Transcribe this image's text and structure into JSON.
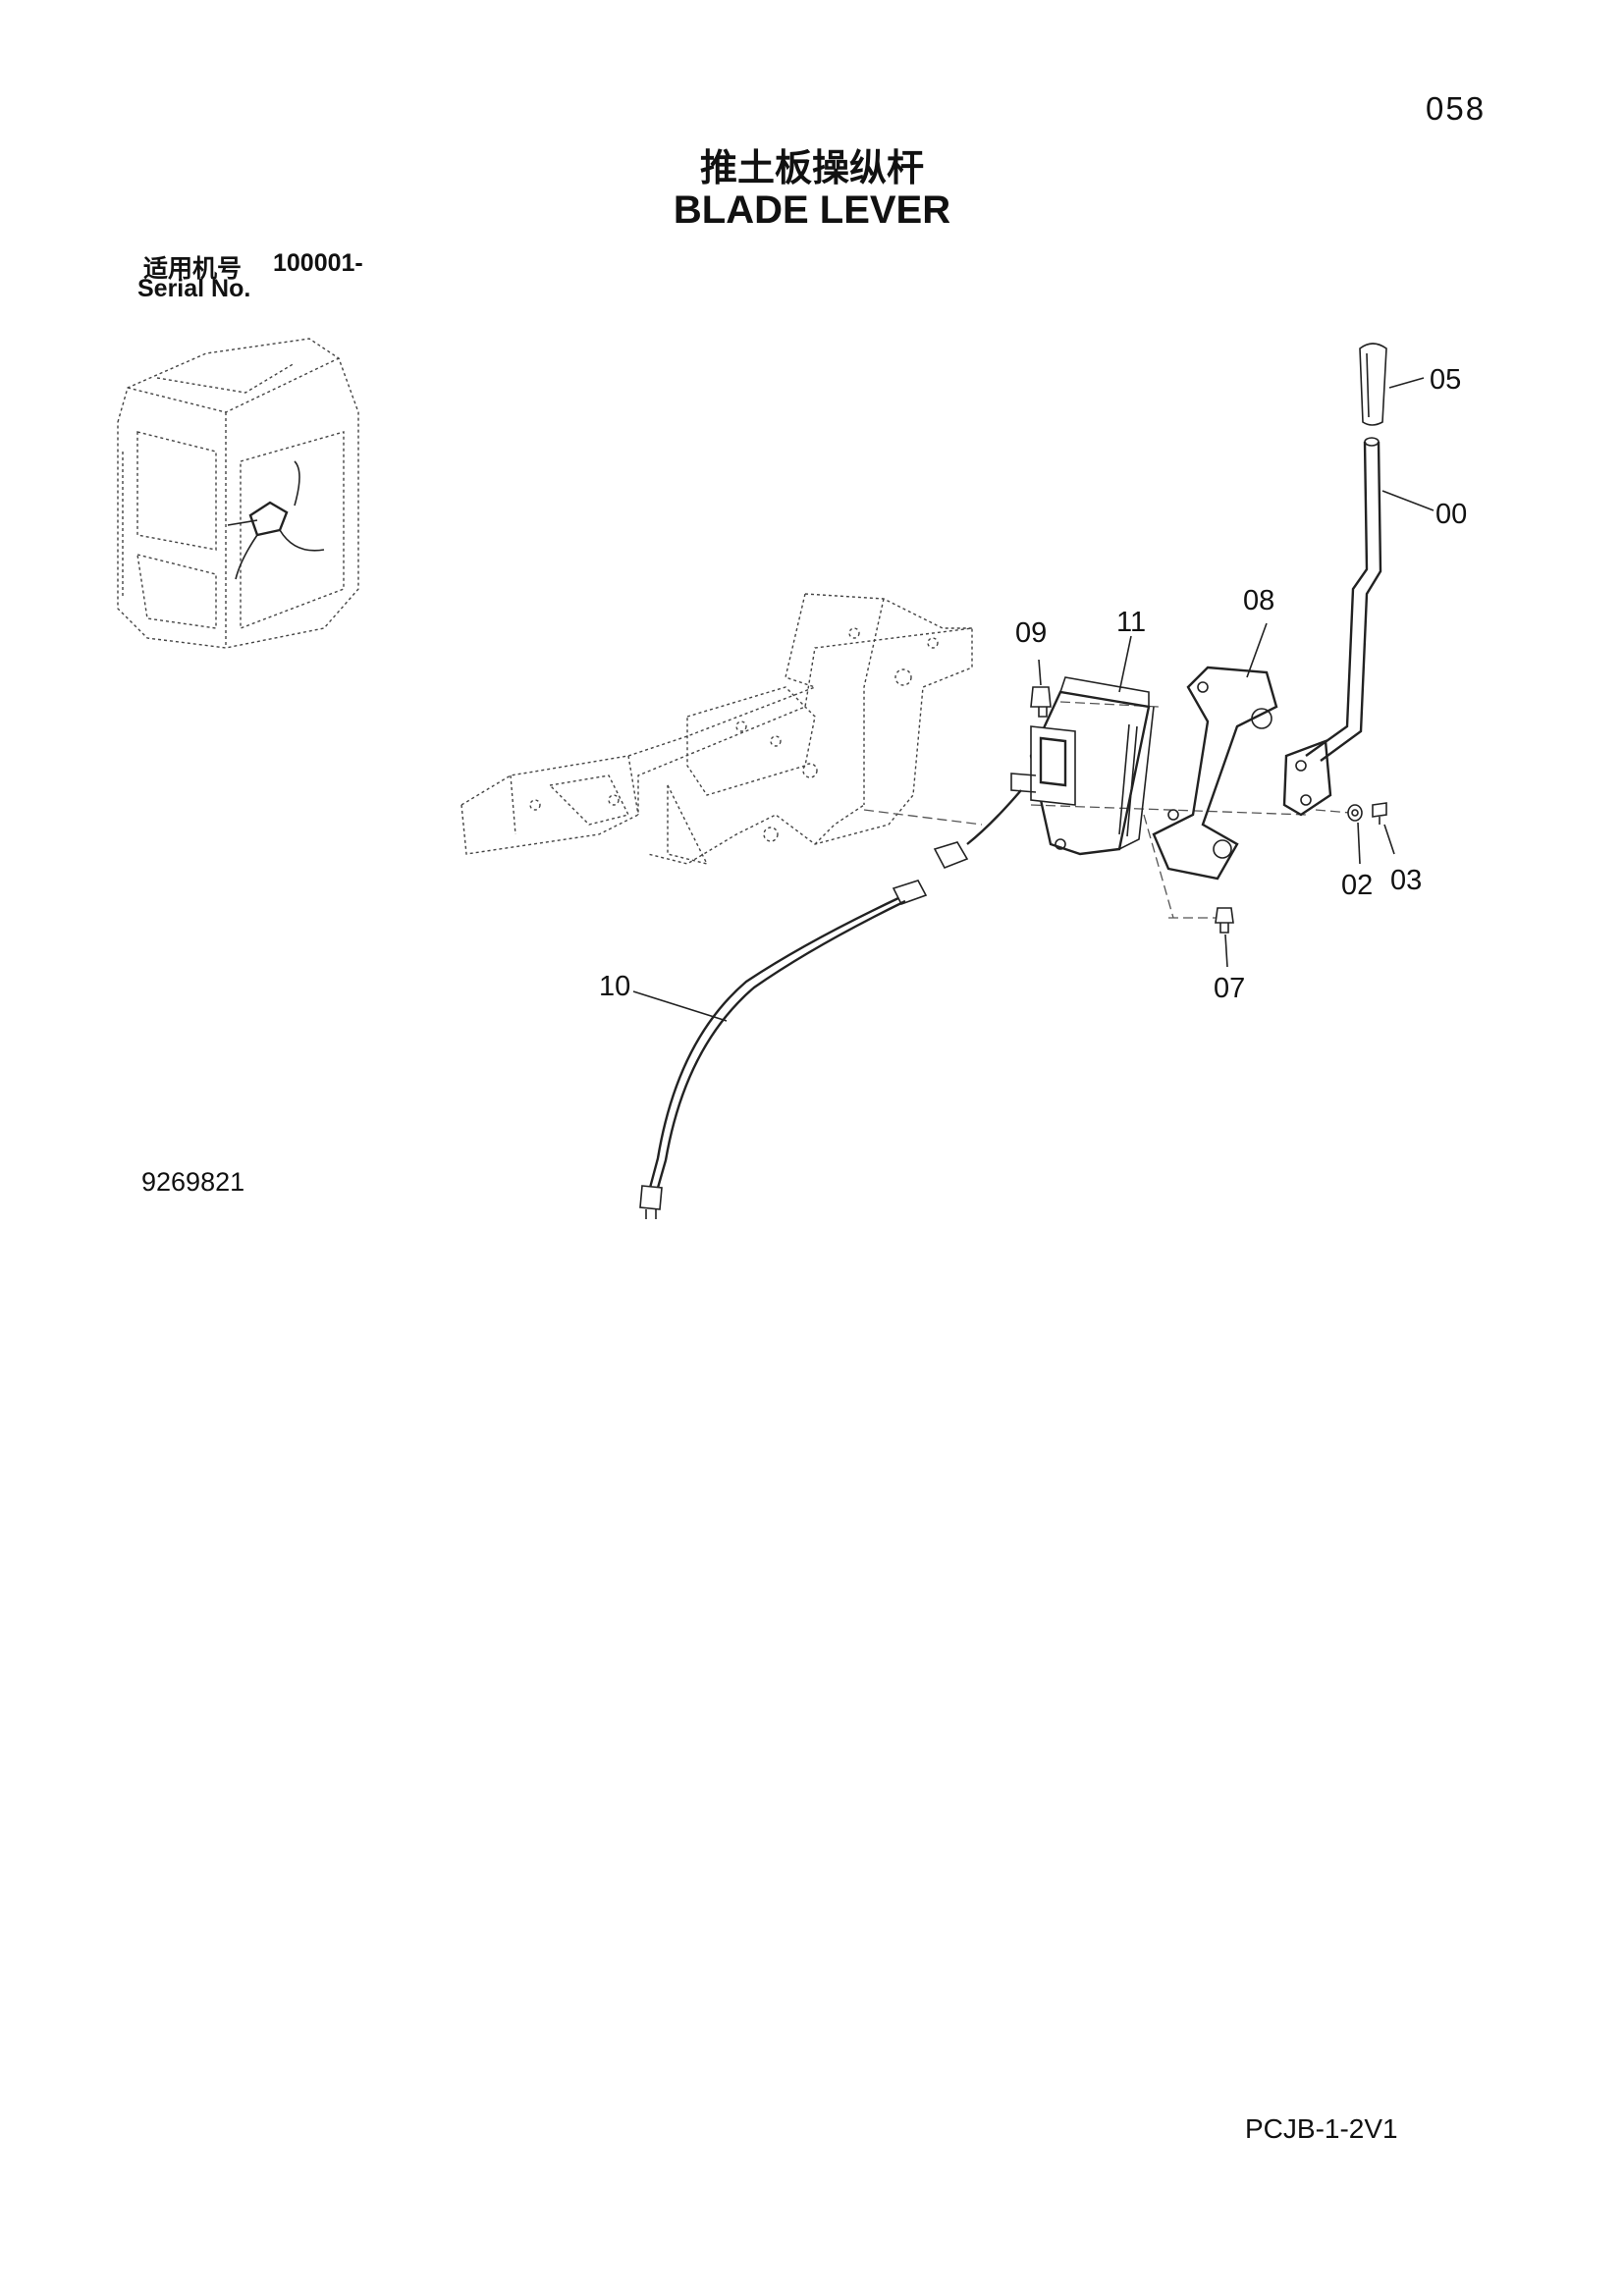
{
  "page_number": "058",
  "title_cn": "推土板操纵杆",
  "title_en": "BLADE LEVER",
  "serial": {
    "label_cn": "适用机号",
    "range": "100001-",
    "label_en": "Serial No."
  },
  "drawing_number": "9269821",
  "footer_code": "PCJB-1-2V1",
  "callouts": {
    "p05": "05",
    "p00": "00",
    "p08": "08",
    "p09": "09",
    "p11": "11",
    "p02": "02",
    "p03": "03",
    "p07": "07",
    "p10": "10"
  }
}
